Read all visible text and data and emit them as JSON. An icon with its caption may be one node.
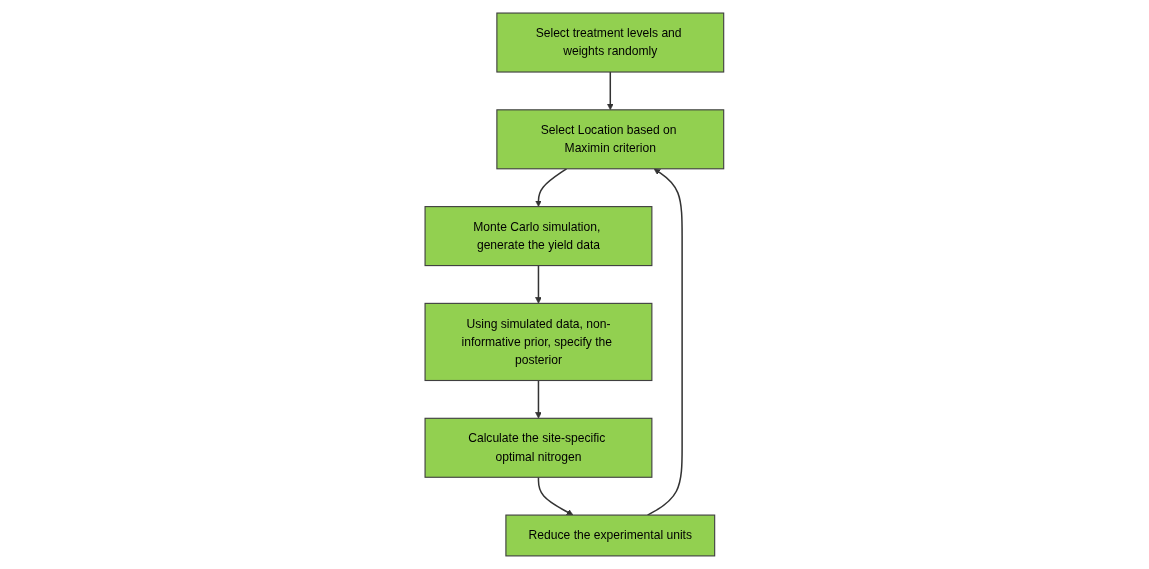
{
  "diagram": {
    "nodes": [
      {
        "text": [
          "Select treatment levels and weights randomly"
        ]
      },
      {
        "text": [
          "Select Location based on Maximin criterion"
        ]
      },
      {
        "text": [
          "Monte Carlo simulation, generate the yield data"
        ]
      },
      {
        "text": [
          "Reduce the experimental units"
        ]
      },
      {
        "text": [
          "Calculate the site-specific optimal nitrogen"
        ]
      },
      {
        "text": [
          "Using simulated data, non-informative prior, specify the posterior"
        ]
      }
    ],
    "edges": [
      {
        "from": 0,
        "to": 1,
        "arrow": "to"
      },
      {
        "from": 1,
        "to": 2,
        "arrow": "to"
      },
      {
        "from": 2,
        "to": 5,
        "arrow": "to"
      },
      {
        "from": 5,
        "to": 4,
        "arrow": "to"
      },
      {
        "from": 4,
        "to": 3,
        "arrow": "to"
      },
      {
        "from": 3,
        "to": 1,
        "arrow": "to"
      }
    ]
  }
}
